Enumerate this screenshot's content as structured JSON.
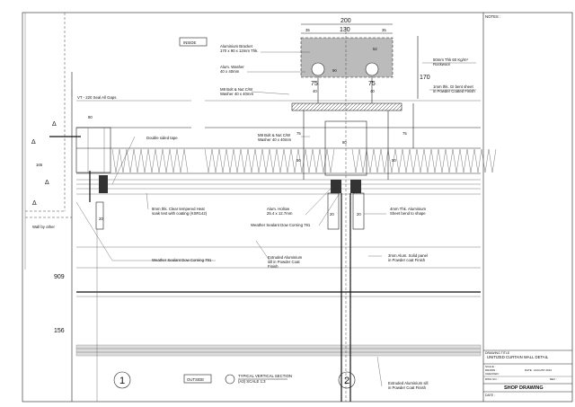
{
  "tags": {
    "inside": "INSIDE",
    "outside": "OUTSIDE"
  },
  "section_title": {
    "line1": "TYPICAL VERTICAL SECTION",
    "line2": "(A3) SCALE 1:3"
  },
  "detail_markers": [
    "1",
    "2"
  ],
  "annotations": {
    "bracket": [
      "Aluminium Bracket",
      "170 x 90 x 12mm Thk."
    ],
    "washer": [
      "Alum. Washer",
      "40 x 40mm"
    ],
    "bolt_top": [
      "M8 Bolt & Nut C/W",
      "Washer 40 x 40mm"
    ],
    "bolt_mid": [
      "M8 Bolt & Nut C/W",
      "Washer 40 x 40mm"
    ],
    "rockwool": [
      "50mm Thk 60 Kg/m³",
      "Rockwool"
    ],
    "gi_sheet": [
      "1mm thk. GI bent sheet",
      "in Powder Coated Finish"
    ],
    "seal": "VT - 220 Seal All Gaps",
    "tape": "Double sided tape",
    "glass": [
      "8mm thk. Clear tempered Heat",
      "soak test with coating (KSR142)"
    ],
    "wall": "Wall by other",
    "sealant_left": "Weather Sealant Dow Corning 791",
    "sealant_mid": "Weather Sealant Dow Corning 791",
    "hollow": [
      "Alum. Hollow",
      "25.4 x 12.7mm"
    ],
    "sheet": [
      "4mm Thk. Aluminium",
      "Sheet bend to shape"
    ],
    "sill": [
      "Extruded Aluminium",
      "sill in Powder Coat",
      "Finish"
    ],
    "panel": [
      "3mm Alum. Solid panel",
      "in Powder coat Finish"
    ],
    "sill_bottom": [
      "Extruded Aluminium sill",
      "in Powder Coat Finish"
    ]
  },
  "dimensions": {
    "top": "200",
    "top_left": "35",
    "top_mid": "130",
    "top_right": "35",
    "d52": "52",
    "d90": "90",
    "d75a": "75",
    "d75b": "75",
    "d40a": "40",
    "d40b": "40",
    "d170": "170",
    "d75c": "75",
    "d75d": "75",
    "d80": "80",
    "d50a": "50",
    "d50b": "50",
    "d20a": "20",
    "d20b": "20",
    "d20c": "20",
    "d80left": "80",
    "d165": "165",
    "d909": "909",
    "d156": "156"
  },
  "title_block": {
    "notes": "NOTES :",
    "drawing_title_label": "DRAWING TITLE",
    "drawing_title": "UNITIZED CURTAIN WALL DETAIL",
    "rows": [
      "SCALE :",
      "DRAWN :",
      "CHECKED :",
      "DATE : AUGUST 2012",
      "DWG NO. :",
      "REV :"
    ],
    "stage": "SHOP DRAWING",
    "date": "DATE :"
  }
}
